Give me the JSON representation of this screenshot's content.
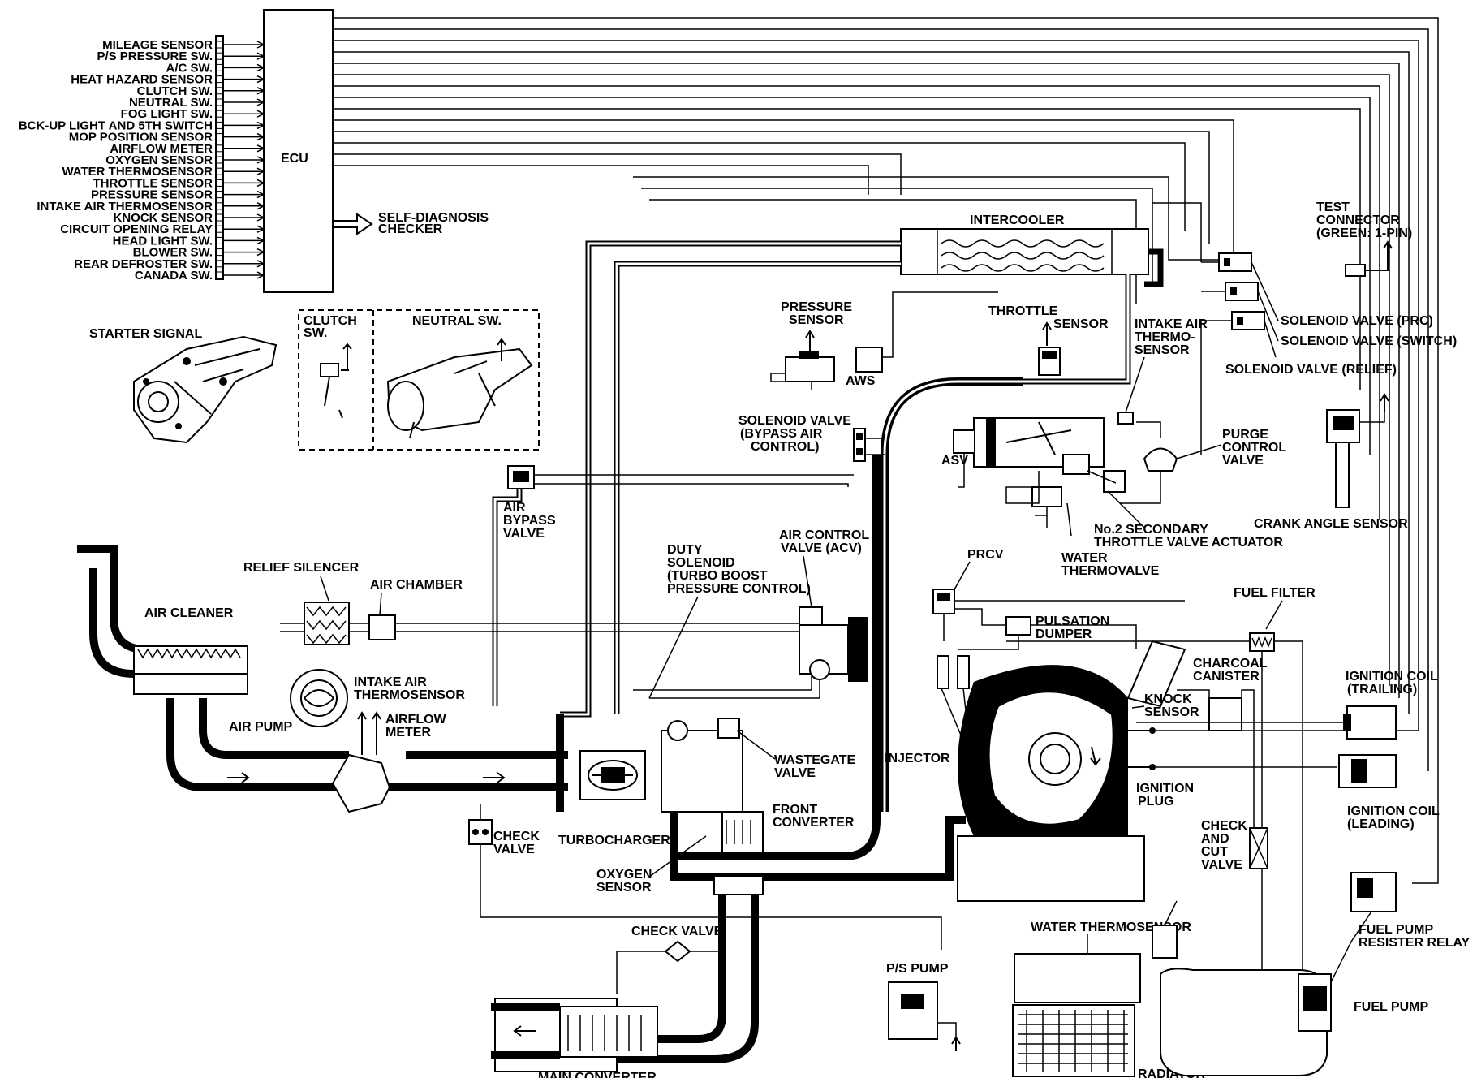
{
  "ecu": {
    "label": "ECU",
    "inputs": [
      "MILEAGE SENSOR",
      "P/S PRESSURE SW.",
      "A/C SW.",
      "HEAT HAZARD SENSOR",
      "CLUTCH SW.",
      "NEUTRAL SW.",
      "FOG LIGHT SW.",
      "BCK-UP LIGHT AND 5TH SWITCH",
      "MOP POSITION SENSOR",
      "AIRFLOW METER",
      "OXYGEN SENSOR",
      "WATER THERMOSENSOR",
      "THROTTLE SENSOR",
      "PRESSURE SENSOR",
      "INTAKE AIR THERMOSENSOR",
      "KNOCK SENSOR",
      "CIRCUIT OPENING RELAY",
      "HEAD LIGHT SW.",
      "BLOWER SW.",
      "REAR DEFROSTER SW.",
      "CANADA SW."
    ],
    "output_line1": "SELF-DIAGNOSIS",
    "output_line2": "CHECKER"
  },
  "labels": {
    "starter_signal": "STARTER SIGNAL",
    "clutch_sw_1": "CLUTCH",
    "clutch_sw_2": "SW.",
    "neutral_sw": "NEUTRAL SW.",
    "intercooler": "INTERCOOLER",
    "test_connector_1": "TEST",
    "test_connector_2": "CONNECTOR",
    "test_connector_3": "(GREEN: 1-PIN)",
    "pressure_sensor_1": "PRESSURE",
    "pressure_sensor_2": "SENSOR",
    "aws": "AWS",
    "throttle_sensor_1": "THROTTLE",
    "throttle_sensor_2": "SENSOR",
    "intake_air_thermo_1": "INTAKE AIR",
    "intake_air_thermo_2": "THERMO-",
    "intake_air_thermo_3": "SENSOR",
    "solenoid_prc": "SOLENOID VALVE (PRC)",
    "solenoid_switch": "SOLENOID VALVE (SWITCH)",
    "solenoid_relief": "SOLENOID VALVE (RELIEF)",
    "solenoid_bypass_1": "SOLENOID VALVE",
    "solenoid_bypass_2": "(BYPASS AIR",
    "solenoid_bypass_3": "CONTROL)",
    "asv": "ASV",
    "purge_1": "PURGE",
    "purge_2": "CONTROL",
    "purge_3": "VALVE",
    "crank_angle_sensor": "CRANK ANGLE SENSOR",
    "air_bypass_1": "AIR",
    "air_bypass_2": "BYPASS",
    "air_bypass_3": "VALVE",
    "no2_secondary_1": "No.2 SECONDARY",
    "no2_secondary_2": "THROTTLE VALVE ACTUATOR",
    "water_thermovalve_1": "WATER",
    "water_thermovalve_2": "THERMOVALVE",
    "relief_silencer": "RELIEF SILENCER",
    "air_chamber": "AIR CHAMBER",
    "duty_solenoid_1": "DUTY",
    "duty_solenoid_2": "SOLENOID",
    "duty_solenoid_3": "(TURBO BOOST",
    "duty_solenoid_4": "PRESSURE CONTROL)",
    "acv_1": "AIR CONTROL",
    "acv_2": "VALVE (ACV)",
    "prcv": "PRCV",
    "fuel_filter": "FUEL FILTER",
    "pulsation_1": "PULSATION",
    "pulsation_2": "DUMPER",
    "air_cleaner": "AIR CLEANER",
    "intake_air_thermo_b_1": "INTAKE AIR",
    "intake_air_thermo_b_2": "THERMOSENSOR",
    "air_pump": "AIR PUMP",
    "airflow_meter_1": "AIRFLOW",
    "airflow_meter_2": "METER",
    "charcoal_1": "CHARCOAL",
    "charcoal_2": "CANISTER",
    "ignition_trailing_1": "IGNITION COIL",
    "ignition_trailing_2": "(TRAILING)",
    "knock_sensor_1": "KNOCK",
    "knock_sensor_2": "SENSOR",
    "wastegate_1": "WASTEGATE",
    "wastegate_2": "VALVE",
    "injector": "INJECTOR",
    "ignition_plug_1": "IGNITION",
    "ignition_plug_2": "PLUG",
    "ignition_leading_1": "IGNITION COIL",
    "ignition_leading_2": "(LEADING)",
    "front_converter_1": "FRONT",
    "front_converter_2": "CONVERTER",
    "check_valve_a_1": "CHECK",
    "check_valve_a_2": "VALVE",
    "turbocharger": "TURBOCHARGER",
    "check_cut_1": "CHECK",
    "check_cut_2": "AND",
    "check_cut_3": "CUT",
    "check_cut_4": "VALVE",
    "oxygen_sensor_1": "OXYGEN",
    "oxygen_sensor_2": "SENSOR",
    "fuel_pump_relay_1": "FUEL PUMP",
    "fuel_pump_relay_2": "RESISTER RELAY",
    "check_valve_b": "CHECK VALVE",
    "water_thermosensor": "WATER THERMOSENSOR",
    "ps_pump": "P/S PUMP",
    "fuel_pump": "FUEL PUMP",
    "main_converter": "MAIN CONVERTER",
    "radiator": "RADIATOR"
  }
}
